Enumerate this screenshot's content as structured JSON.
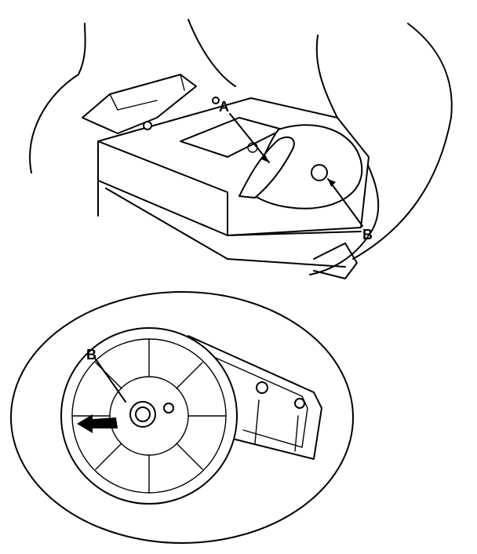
{
  "labels": {
    "top_a": "A",
    "top_b": "B",
    "inset_b": "B"
  },
  "colors": {
    "ink": "#000000",
    "paper": "#ffffff"
  },
  "icons": {
    "direction_arrow": "arrow-left-icon"
  }
}
